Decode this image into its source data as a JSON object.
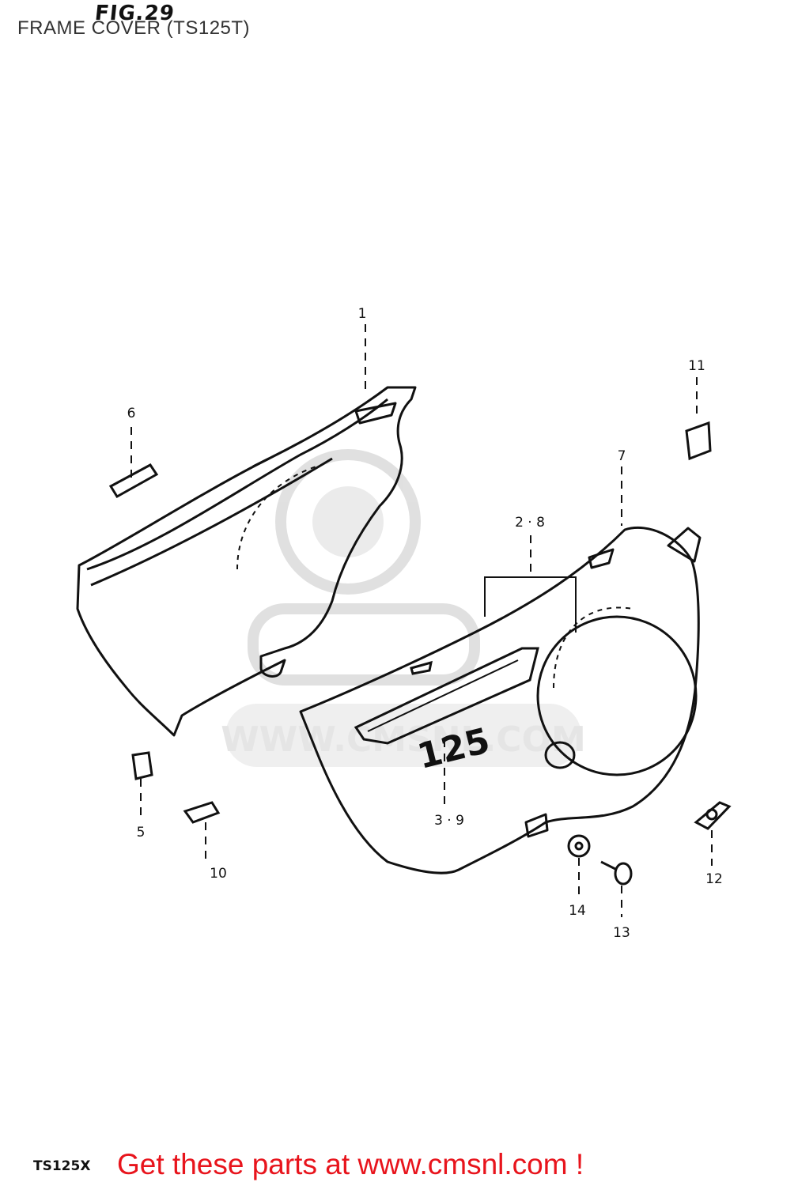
{
  "figure": {
    "title": "FIG.29",
    "caption": "FRAME COVER (TS125T)",
    "model_code": "TS125X",
    "badge_text": "125"
  },
  "watermark": {
    "text": "WWW.CMSNL.COM",
    "color": "#d0d0d0"
  },
  "footer": {
    "promo": "Get these parts at www.cmsnl.com !",
    "promo_color": "#e8141c"
  },
  "callouts": [
    {
      "id": "c1",
      "label": "1"
    },
    {
      "id": "c11",
      "label": "11"
    },
    {
      "id": "c6",
      "label": "6"
    },
    {
      "id": "c7",
      "label": "7"
    },
    {
      "id": "c28",
      "label": "2 · 8"
    },
    {
      "id": "c5",
      "label": "5"
    },
    {
      "id": "c10",
      "label": "10"
    },
    {
      "id": "c39",
      "label": "3 · 9"
    },
    {
      "id": "c12",
      "label": "12"
    },
    {
      "id": "c14",
      "label": "14"
    },
    {
      "id": "c13",
      "label": "13"
    }
  ]
}
